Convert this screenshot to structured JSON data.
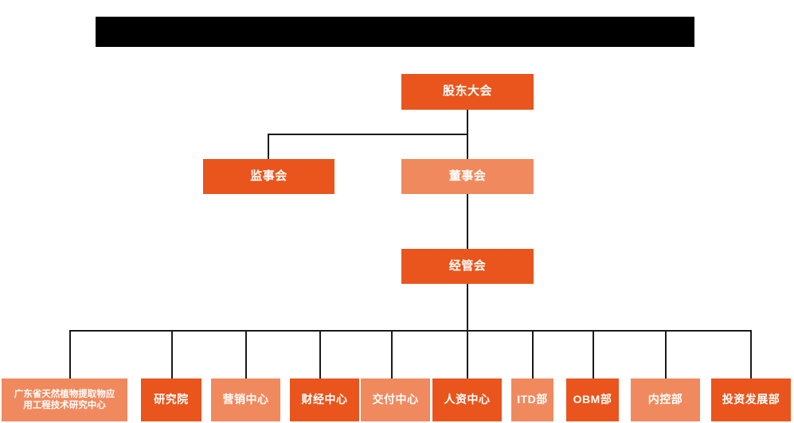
{
  "chart": {
    "type": "org-chart",
    "title_banner": {
      "label": "",
      "redacted": true,
      "color": "#000000"
    },
    "palette": {
      "dark_orange": "#E9551C",
      "light_orange": "#F08A5E",
      "connector": "#1a1a1a",
      "background": "#ffffff",
      "text": "#ffffff"
    },
    "levels": [
      {
        "level": 1,
        "nodes": [
          {
            "id": "shareholders-meeting",
            "label": "股东大会",
            "tone": "dark"
          }
        ]
      },
      {
        "level": 2,
        "nodes": [
          {
            "id": "board-of-supervisors",
            "label": "监事会",
            "tone": "dark"
          },
          {
            "id": "board-of-directors",
            "label": "董事会",
            "tone": "light"
          }
        ]
      },
      {
        "level": 3,
        "nodes": [
          {
            "id": "management-committee",
            "label": "经管会",
            "tone": "dark"
          }
        ]
      },
      {
        "level": 4,
        "nodes": [
          {
            "id": "gd-eng-research-center",
            "label": "广东省天然植物提取物应用工程技术研究中心",
            "label_line1": "广东省天然植物提取物应",
            "label_line2": "用工程技术研究中心",
            "tone": "light"
          },
          {
            "id": "research-institute",
            "label": "研究院",
            "tone": "dark"
          },
          {
            "id": "marketing-center",
            "label": "营销中心",
            "tone": "light"
          },
          {
            "id": "finance-center",
            "label": "财经中心",
            "tone": "dark"
          },
          {
            "id": "delivery-center",
            "label": "交付中心",
            "tone": "light"
          },
          {
            "id": "hr-center",
            "label": "人资中心",
            "tone": "dark"
          },
          {
            "id": "itd-department",
            "label": "ITD部",
            "tone": "light"
          },
          {
            "id": "obm-department",
            "label": "OBM部",
            "tone": "dark"
          },
          {
            "id": "internal-control-department",
            "label": "内控部",
            "tone": "light"
          },
          {
            "id": "investment-development-department",
            "label": "投资发展部",
            "tone": "dark"
          }
        ]
      }
    ]
  }
}
